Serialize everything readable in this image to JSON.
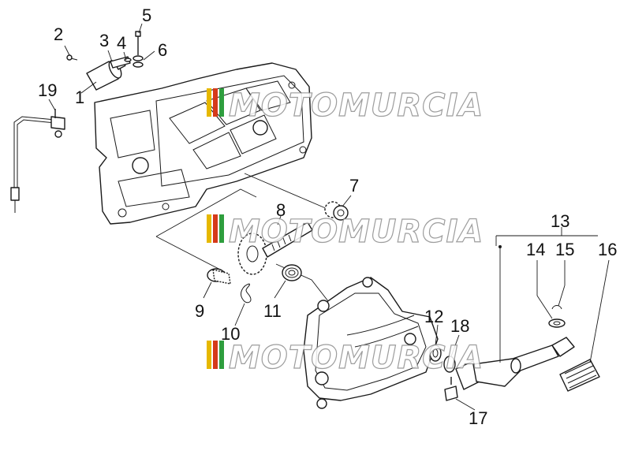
{
  "watermark": {
    "text": "MOTOMURCIA",
    "colors": [
      "#e6b800",
      "#d63a1a",
      "#2e9e3e"
    ]
  },
  "part_labels": [
    "1",
    "2",
    "3",
    "4",
    "5",
    "6",
    "7",
    "8",
    "9",
    "10",
    "11",
    "12",
    "13",
    "14",
    "15",
    "16",
    "17",
    "18",
    "19"
  ]
}
